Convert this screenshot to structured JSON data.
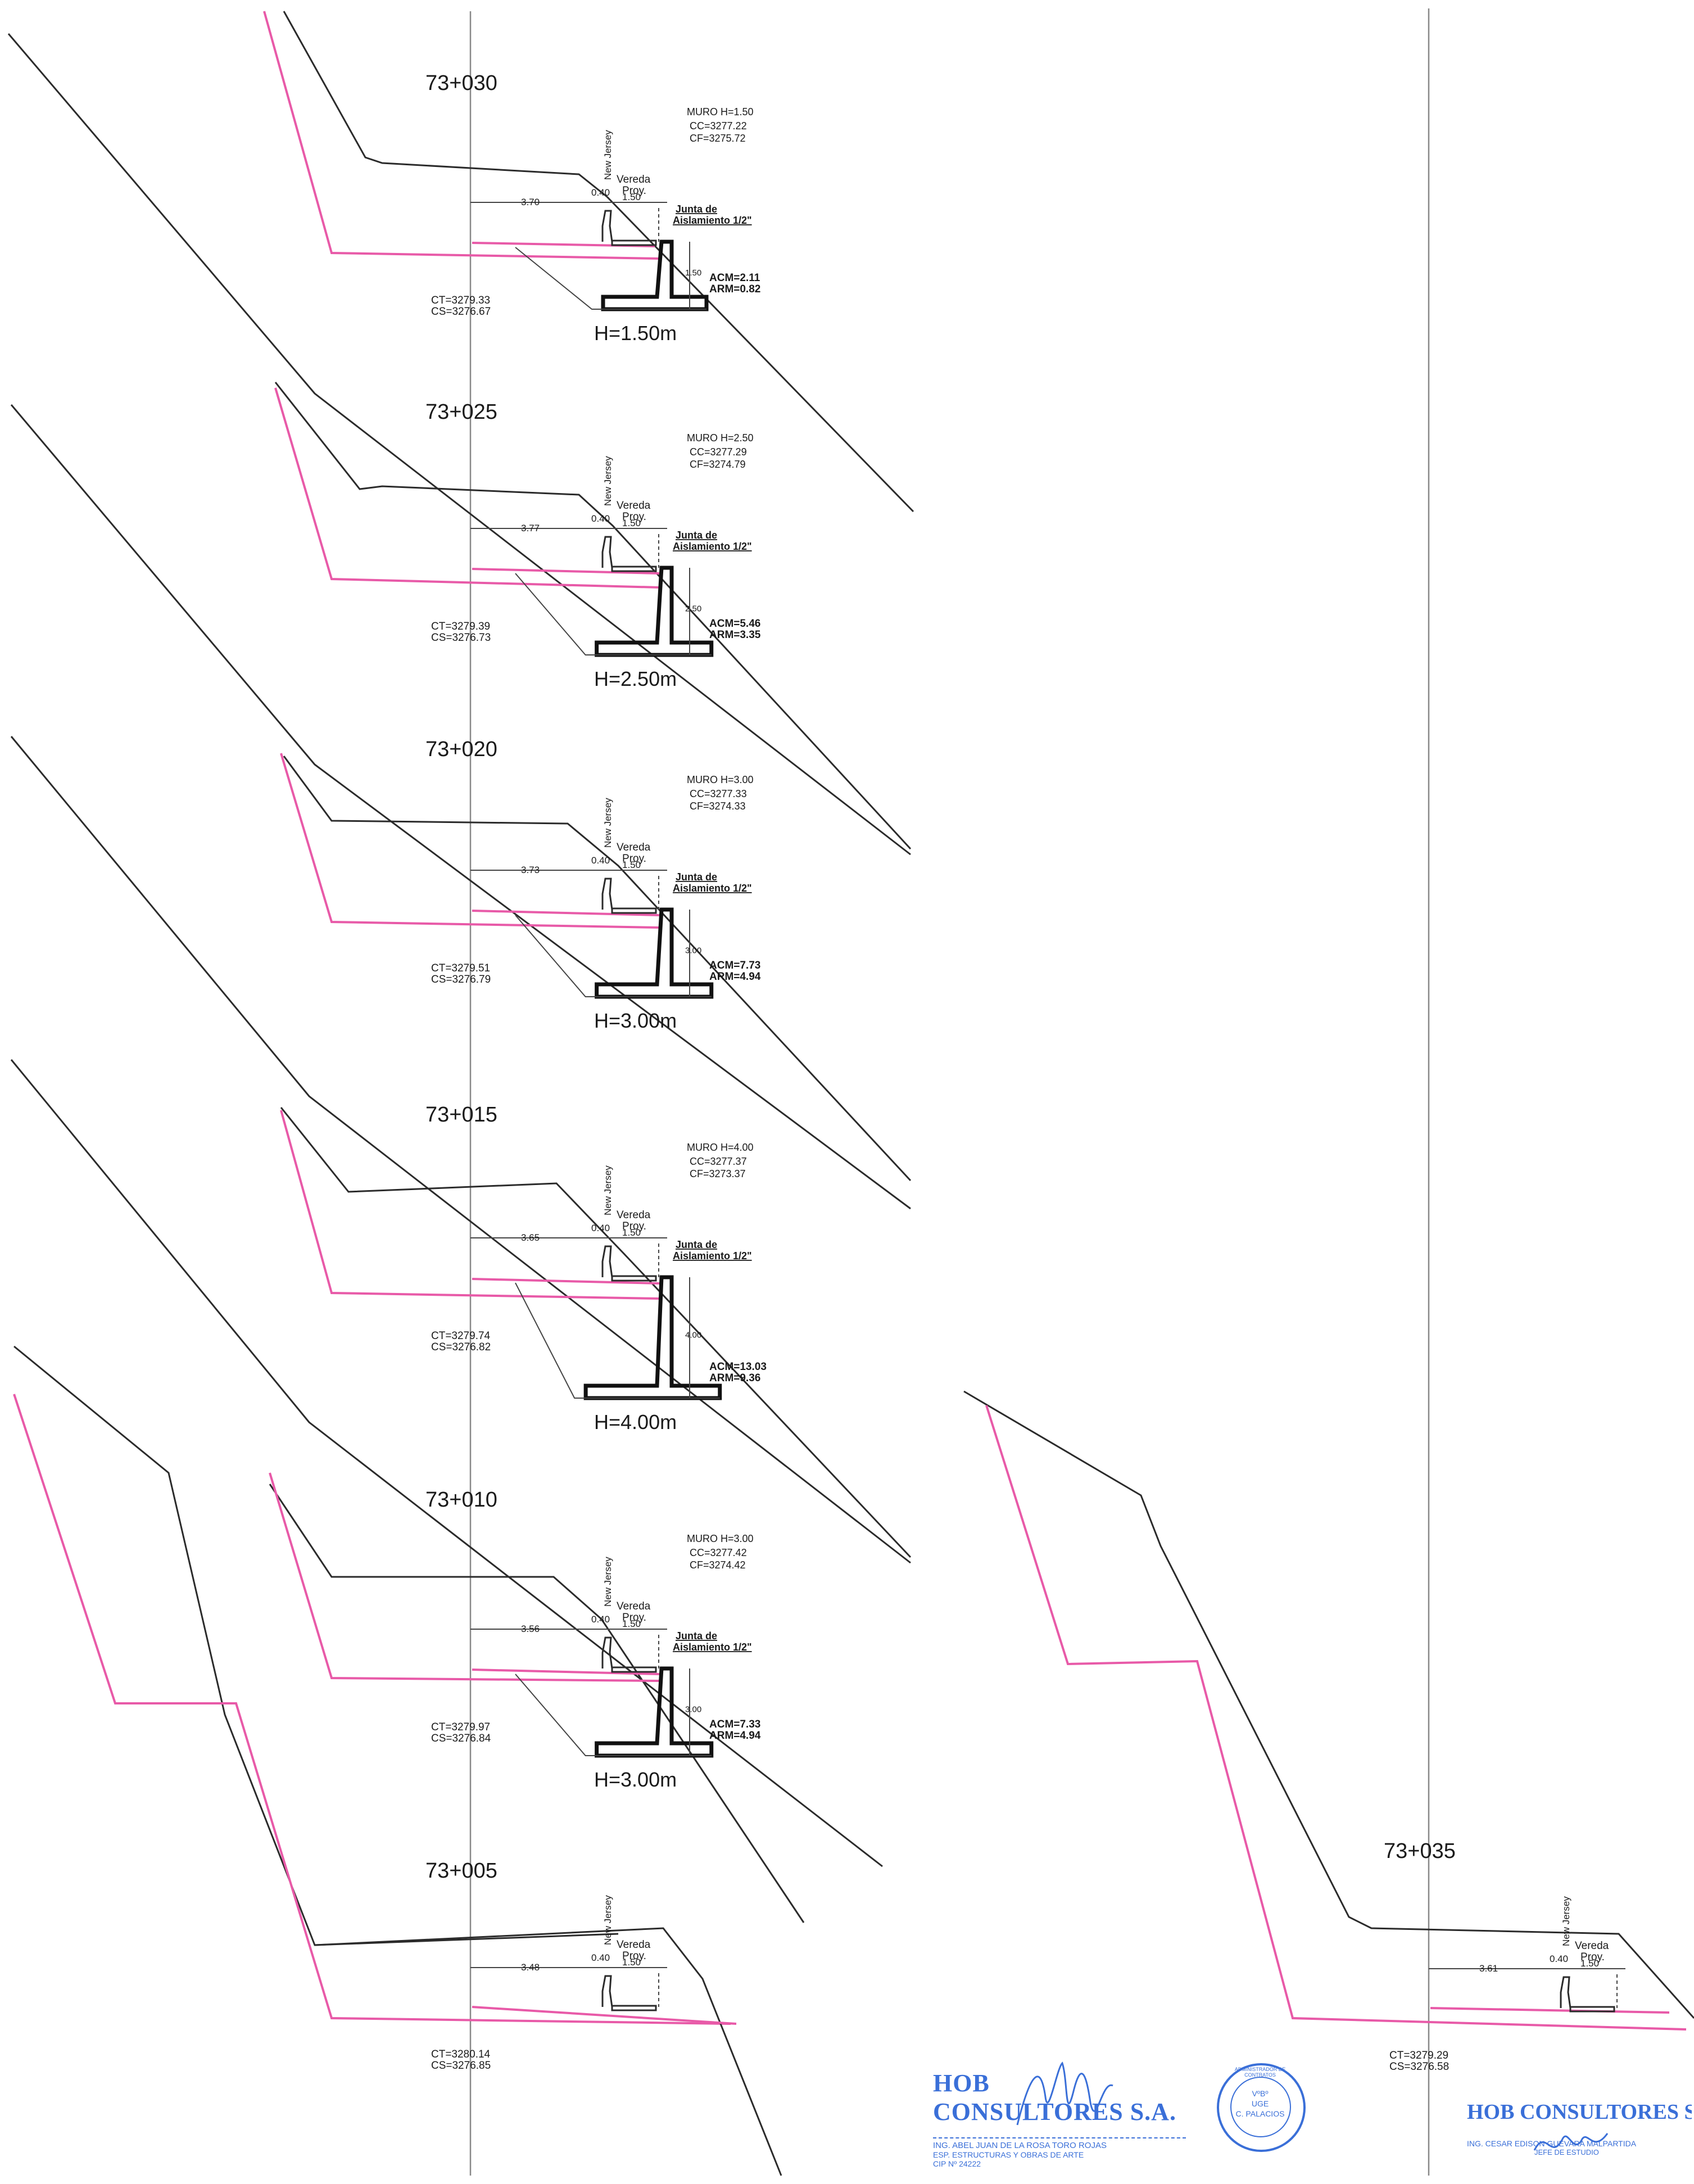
{
  "sections": [
    {
      "station": "73+030",
      "wall_label": "MURO  H=1.50",
      "cc": "CC=3277.22",
      "cf": "CF=3275.72",
      "offset": "3.70",
      "width_jersey": "0.40",
      "width_sidewalk": "1.50",
      "height_dim": "1.50",
      "acm": "ACM=2.11",
      "arm": "ARM=0.82",
      "ct": "CT=3279.33",
      "cs": "CS=3276.67",
      "h_title": "H=1.50m"
    },
    {
      "station": "73+025",
      "wall_label": "MURO  H=2.50",
      "cc": "CC=3277.29",
      "cf": "CF=3274.79",
      "offset": "3.77",
      "width_jersey": "0.40",
      "width_sidewalk": "1.50",
      "height_dim": "2.50",
      "acm": "ACM=5.46",
      "arm": "ARM=3.35",
      "ct": "CT=3279.39",
      "cs": "CS=3276.73",
      "h_title": "H=2.50m"
    },
    {
      "station": "73+020",
      "wall_label": "MURO  H=3.00",
      "cc": "CC=3277.33",
      "cf": "CF=3274.33",
      "offset": "3.73",
      "width_jersey": "0.40",
      "width_sidewalk": "1.50",
      "height_dim": "3.00",
      "acm": "ACM=7.73",
      "arm": "ARM=4.94",
      "ct": "CT=3279.51",
      "cs": "CS=3276.79",
      "h_title": "H=3.00m"
    },
    {
      "station": "73+015",
      "wall_label": "MURO  H=4.00",
      "cc": "CC=3277.37",
      "cf": "CF=3273.37",
      "offset": "3.65",
      "width_jersey": "0.40",
      "width_sidewalk": "1.50",
      "height_dim": "4.00",
      "acm": "ACM=13.03",
      "arm": "ARM=9.36",
      "ct": "CT=3279.74",
      "cs": "CS=3276.82",
      "h_title": "H=4.00m"
    },
    {
      "station": "73+010",
      "wall_label": "MURO  H=3.00",
      "cc": "CC=3277.42",
      "cf": "CF=3274.42",
      "offset": "3.56",
      "width_jersey": "0.40",
      "width_sidewalk": "1.50",
      "height_dim": "3.00",
      "acm": "ACM=7.33",
      "arm": "ARM=4.94",
      "ct": "CT=3279.97",
      "cs": "CS=3276.84",
      "h_title": "H=3.00m"
    },
    {
      "station": "73+005",
      "offset": "3.48",
      "width_jersey": "0.40",
      "width_sidewalk": "1.50",
      "ct": "CT=3280.14",
      "cs": "CS=3276.85"
    },
    {
      "station": "73+035",
      "offset": "3.61",
      "width_jersey": "0.40",
      "width_sidewalk": "1.50",
      "ct": "CT=3279.29",
      "cs": "CS=3276.58"
    }
  ],
  "common": {
    "jersey_label": "New  Jersey",
    "vereda_line1": "Vereda",
    "vereda_line2": "Proy.",
    "junta_line1": "Junta de",
    "junta_line2": "Aislamiento  1/2\""
  },
  "stamps": {
    "company_1": "HOB CONSULTORES S.A.",
    "engineer_1": "ING. ABEL JUAN DE LA ROSA TORO ROJAS",
    "engineer_1_role": "ESP. ESTRUCTURAS Y OBRAS DE ARTE",
    "engineer_1_reg": "CIP Nº 24222",
    "seal_ring": "ADMINISTRADOR DE CONTRATOS",
    "seal_line1": "VºBº",
    "seal_line2": "UGE",
    "seal_line3": "C. PALACIOS",
    "company_2": "HOB CONSULTORES S.A.",
    "engineer_2": "ING. CESAR EDISON GUEVARA MALPARTIDA",
    "engineer_2_role": "JEFE DE ESTUDIO"
  },
  "colors": {
    "road": "#e85aa8",
    "ground": "#2b2b2b",
    "stamp_blue": "#3a6fd8"
  }
}
